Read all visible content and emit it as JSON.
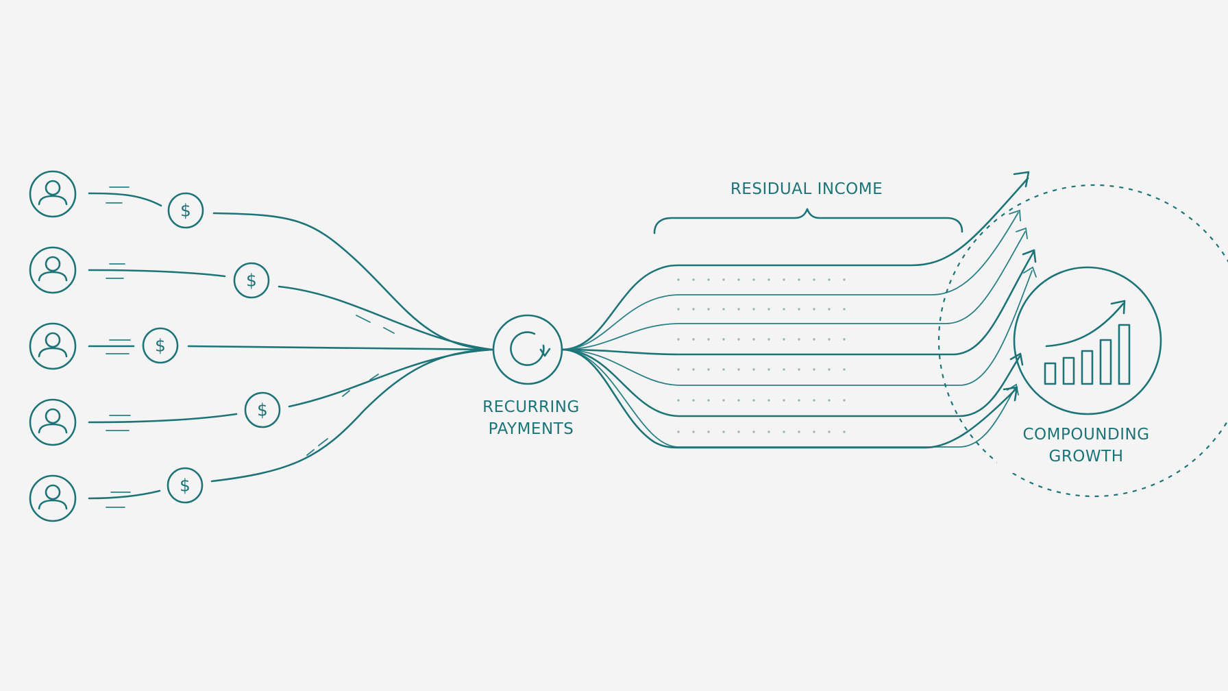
{
  "labels": {
    "recurring_line1": "RECURRING",
    "recurring_line2": "PAYMENTS",
    "residual": "RESIDUAL INCOME",
    "compounding_line1": "COMPOUNDING",
    "compounding_line2": "GROWTH"
  },
  "customers": [
    {
      "icon": "user-icon",
      "payment_symbol": "$"
    },
    {
      "icon": "user-icon",
      "payment_symbol": "$"
    },
    {
      "icon": "user-icon",
      "payment_symbol": "$"
    },
    {
      "icon": "user-icon",
      "payment_symbol": "$"
    },
    {
      "icon": "user-icon",
      "payment_symbol": "$"
    }
  ],
  "hub_icon": "refresh-cycle-icon",
  "growth_icon": "bar-chart-trend-up-icon",
  "colors": {
    "stroke": "#1d7478",
    "background": "#f3f4f3",
    "dots": "#9cb9b9"
  }
}
